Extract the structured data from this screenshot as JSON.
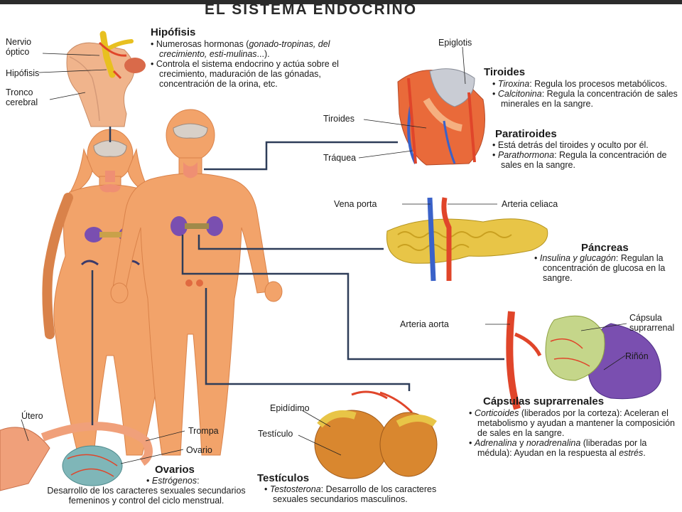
{
  "title": "EL SISTEMA ENDOCRINO",
  "labels": {
    "nervio_optico": [
      "Nervio",
      "óptico"
    ],
    "hipofisis": "Hipófisis",
    "tronco": [
      "Tronco",
      "cerebral"
    ],
    "epiglotis": "Epiglotis",
    "tiroides": "Tiroides",
    "traquea": "Tráquea",
    "vena_porta": "Vena porta",
    "arteria_celiaca": "Arteria celiaca",
    "arteria_aorta": "Arteria aorta",
    "capsula": [
      "Cápsula",
      "suprarrenal"
    ],
    "rinon": "Riñón",
    "utero": "Útero",
    "trompa": "Trompa",
    "ovario": "Ovario",
    "epididimo": "Epidídimo",
    "testiculo": "Testículo"
  },
  "sections": {
    "hipofisis": {
      "heading": "Hipófisis",
      "b1_pre": "Numerosas hormonas (",
      "b1_it": "gonado-tropinas, del crecimiento, esti-mulinas",
      "b1_post": "...).",
      "b2": "Controla el sistema endocrino y actúa sobre el crecimiento, maduración de las gónadas, concentración de la orina, etc."
    },
    "tiroides": {
      "heading": "Tiroides",
      "b1_it": "Tiroxina",
      "b1": ": Regula los procesos metabólicos.",
      "b2_it": "Calcitonina",
      "b2": ": Regula la concentración de sales minerales en la sangre."
    },
    "paratiroides": {
      "heading": "Paratiroides",
      "b1": "Está detrás del tiroides y oculto por él.",
      "b2_it": "Parathormona",
      "b2": ": Regula la concentración de sales en la sangre."
    },
    "pancreas": {
      "heading": "Páncreas",
      "b1_it": "Insulina y glucagón",
      "b1": ": Regulan la concentración de glucosa en la sangre."
    },
    "capsulas": {
      "heading": "Cápsulas suprarrenales",
      "b1_it": "Corticoides",
      "b1": " (liberados por la corteza): Aceleran el metabolismo y ayudan a mantener la composición de sales en la sangre.",
      "b2_it1": "Adrenalina",
      "b2_mid": " y ",
      "b2_it2": "noradrenalina",
      "b2_pre": " (liberadas por la médula): Ayudan en la respuesta al ",
      "b2_it3": "estrés",
      "b2_end": "."
    },
    "ovarios": {
      "heading": "Ovarios",
      "b1_it": "Estrógenos",
      "b1": ":",
      "text": "Desarrollo de los caracteres sexuales secundarios femeninos y control del ciclo menstrual."
    },
    "testiculos": {
      "heading": "Testículos",
      "b1_it": "Testosterona",
      "b1": ": Desarrollo de los caracteres sexuales secundarios masculinos."
    }
  },
  "colors": {
    "skin": "#f2a36a",
    "skin_dark": "#d9824a",
    "connector": "#2e3d59",
    "artery": "#e0452a",
    "vein": "#3a62c9",
    "pancreas": "#e8c547",
    "thyroid": "#ef8f73",
    "testis": "#d9872f",
    "ovary": "#7fb6b8",
    "kidney": "#7a4fb0"
  }
}
